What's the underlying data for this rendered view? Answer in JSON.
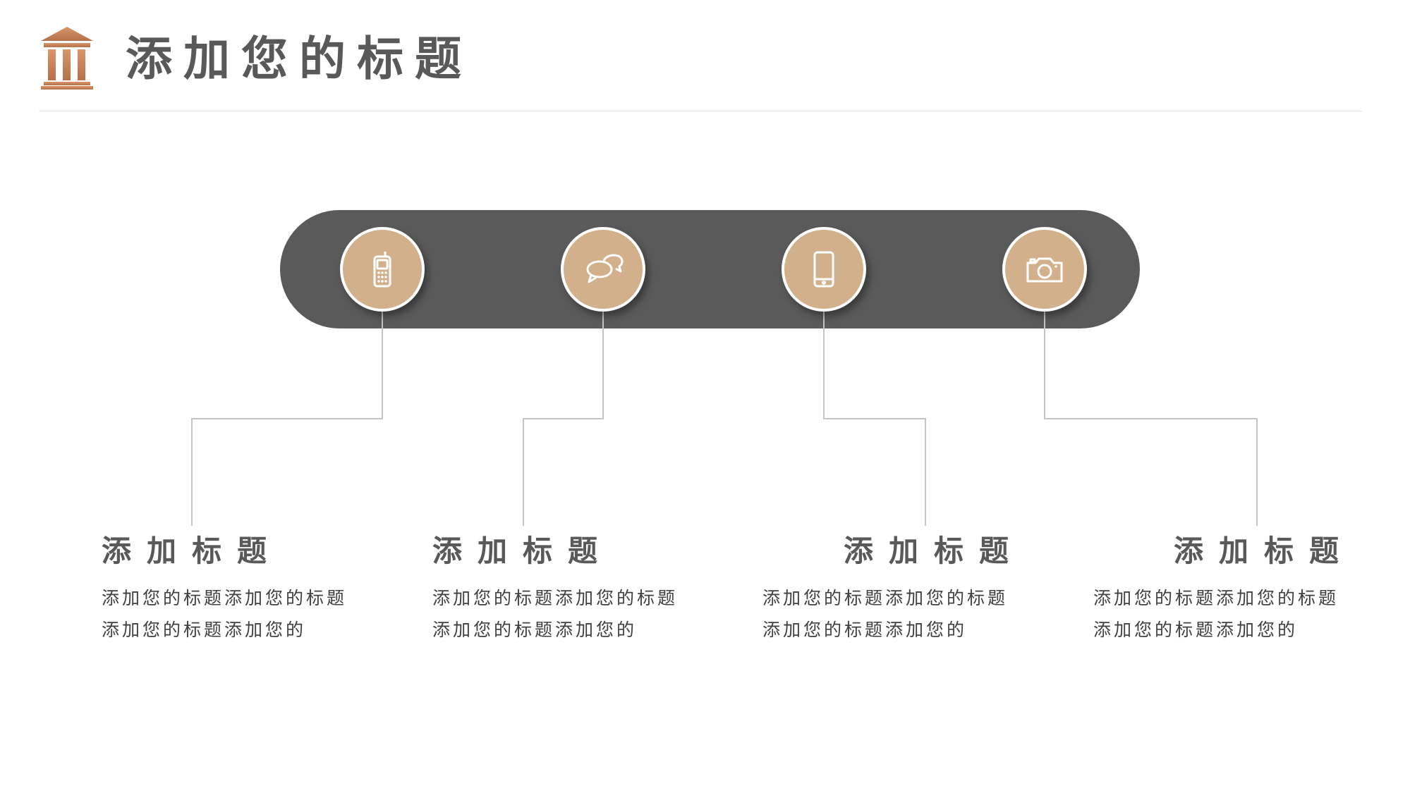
{
  "header": {
    "title": "添加您的标题",
    "logo_icon": "bank-building-icon",
    "logo_color": "#c8845a"
  },
  "band_color": "#5a5a5a",
  "node_color": "#d2b08c",
  "items": [
    {
      "icon": "mobile-phone-icon",
      "title": "添加标题",
      "body": "添加您的标题添加您的标题添加您的标题添加您的"
    },
    {
      "icon": "chat-bubbles-icon",
      "title": "添加标题",
      "body": "添加您的标题添加您的标题添加您的标题添加您的"
    },
    {
      "icon": "smartphone-icon",
      "title": "添加标题",
      "body": "添加您的标题添加您的标题添加您的标题添加您的"
    },
    {
      "icon": "camera-icon",
      "title": "添加标题",
      "body": "添加您的标题添加您的标题添加您的标题添加您的"
    }
  ]
}
